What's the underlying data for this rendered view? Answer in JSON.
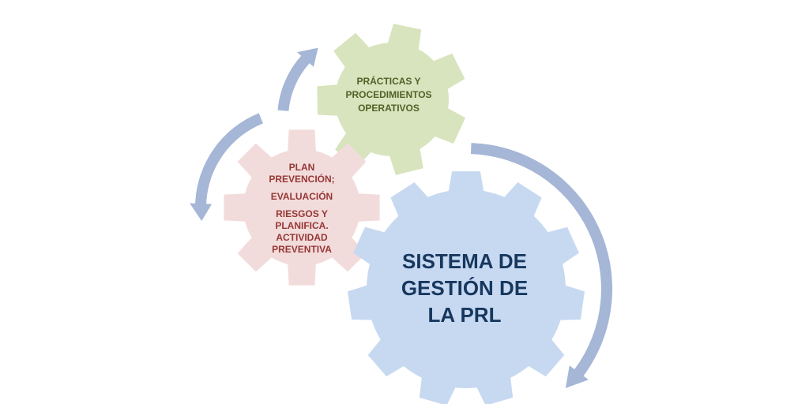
{
  "gears": {
    "practices": {
      "lines": [
        "PRÁCTICAS  Y",
        "PROCEDIMIENTOS",
        "OPERATIVOS"
      ],
      "fill": "#d7e4bd",
      "text_color": "#4f6228"
    },
    "plan": {
      "lines": [
        "PLAN",
        "PREVENCIÓN;",
        "EVALUACIÓN",
        "RIESGOS Y",
        "PLANIFICA.",
        "ACTIVIDAD",
        "PREVENTIVA"
      ],
      "fill": "#f2dcdb",
      "text_color": "#953735"
    },
    "system": {
      "lines": [
        "SISTEMA DE",
        "GESTIÓN DE",
        "LA PRL"
      ],
      "fill": "#c6d9f1",
      "text_color": "#17375e"
    }
  },
  "arrow_color": "#a5b6d6"
}
